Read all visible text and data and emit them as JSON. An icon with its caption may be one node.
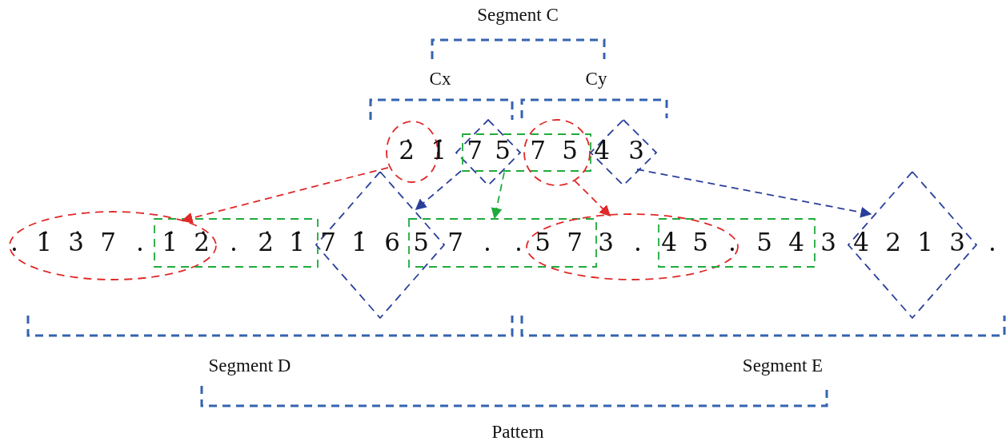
{
  "diagram": {
    "nodes": [
      {
        "text": [],
        "shape": "ellipse"
      },
      {
        "text": [],
        "shape": "diamond"
      },
      {
        "text": [],
        "shape": "box"
      },
      {
        "text": [],
        "shape": "ellipse"
      },
      {
        "text": [],
        "shape": "diamond"
      },
      {
        "text": [],
        "shape": "ellipse"
      },
      {
        "text": [],
        "shape": "box"
      },
      {
        "text": [],
        "shape": "diamond"
      },
      {
        "text": [],
        "shape": "box"
      },
      {
        "text": [],
        "shape": "ellipse"
      },
      {
        "text": [],
        "shape": "box"
      },
      {
        "text": [],
        "shape": "diamond"
      }
    ],
    "edges": [
      {
        "from": 0,
        "to": 5,
        "arrow": "to",
        "color": "#e02828"
      },
      {
        "from": 1,
        "to": 7,
        "arrow": "to",
        "color": "#2a3f9a"
      },
      {
        "from": 2,
        "to": 8,
        "arrow": "to",
        "color": "#1faa3c"
      },
      {
        "from": 3,
        "to": 9,
        "arrow": "to",
        "color": "#e02828"
      },
      {
        "from": 4,
        "to": 11,
        "arrow": "to",
        "color": "#2a3f9a"
      }
    ],
    "labels": [
      "Segment C",
      "Cx",
      "Cy",
      "2̇",
      "1̇",
      "7",
      "5",
      "7",
      "5",
      "4",
      "3",
      ".",
      "1̇",
      "3̇",
      "7",
      ".",
      "1̇",
      "2̇",
      ".",
      "2̇",
      "1̇",
      "7",
      "1̇",
      "6",
      "5",
      "7",
      ".",
      ".",
      "5",
      "7",
      "3",
      ".",
      "4",
      "5",
      ".",
      "5",
      "4",
      "3",
      "4",
      "2",
      "1",
      "3",
      ".",
      "Segment D",
      "Segment E",
      "Pattern"
    ]
  }
}
